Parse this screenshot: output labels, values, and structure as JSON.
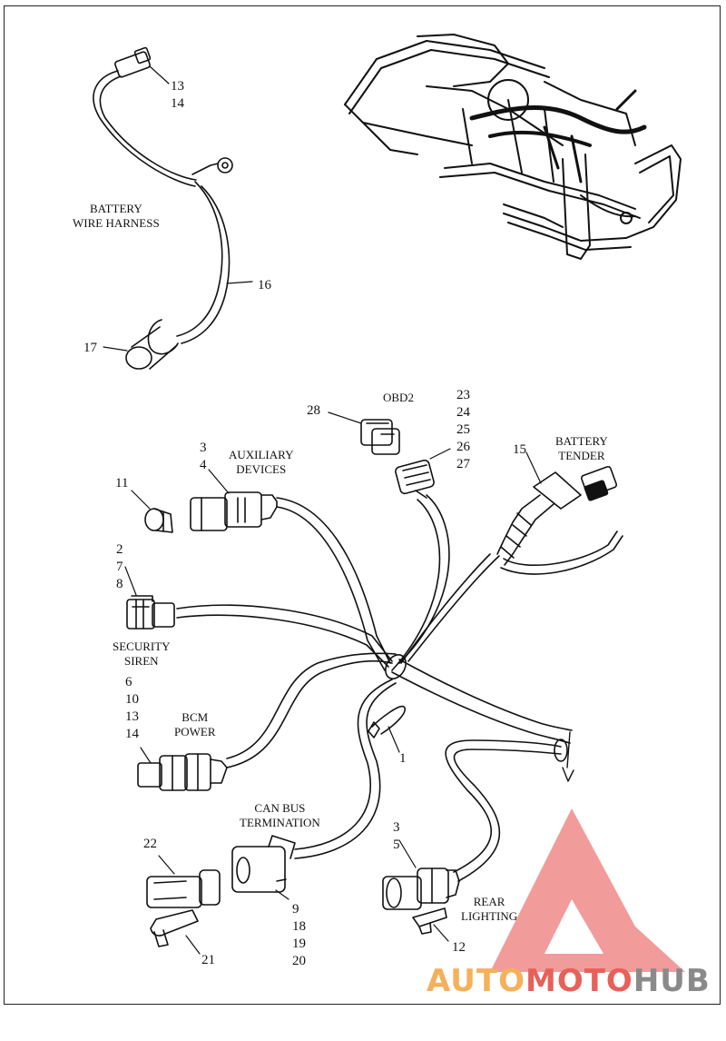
{
  "labels": {
    "battery_harness": [
      "BATTERY",
      "WIRE HARNESS"
    ],
    "obd2": "OBD2",
    "auxiliary": [
      "AUXILIARY",
      "DEVICES"
    ],
    "battery_tender": [
      "BATTERY",
      "TENDER"
    ],
    "security_siren": [
      "SECURITY",
      "SIREN"
    ],
    "bcm_power": [
      "BCM",
      "POWER"
    ],
    "can_bus": [
      "CAN BUS",
      "TERMINATION"
    ],
    "rear_lighting": [
      "REAR",
      "LIGHTING"
    ]
  },
  "callouts": {
    "c13_14": [
      "13",
      "14"
    ],
    "c16": "16",
    "c17": "17",
    "c28": "28",
    "c23_27": [
      "23",
      "24",
      "25",
      "26",
      "27"
    ],
    "c3_4": [
      "3",
      "4"
    ],
    "c15": "15",
    "c11": "11",
    "c2_7_8": [
      "2",
      "7",
      "8"
    ],
    "c6_10_13_14": [
      "6",
      "10",
      "13",
      "14"
    ],
    "c1": "1",
    "c22": "22",
    "c3_5": [
      "3",
      "5"
    ],
    "c9_20": [
      "9",
      "18",
      "19",
      "20"
    ],
    "c21": "21",
    "c12": "12"
  },
  "watermark": {
    "part1": "AUTO",
    "part2": "MOTO",
    "part3": "HUB",
    "colors": {
      "auto": "#f5b05a",
      "moto": "#e7615a",
      "hub": "#8a8a8a",
      "logo": "#f08a8a"
    }
  }
}
